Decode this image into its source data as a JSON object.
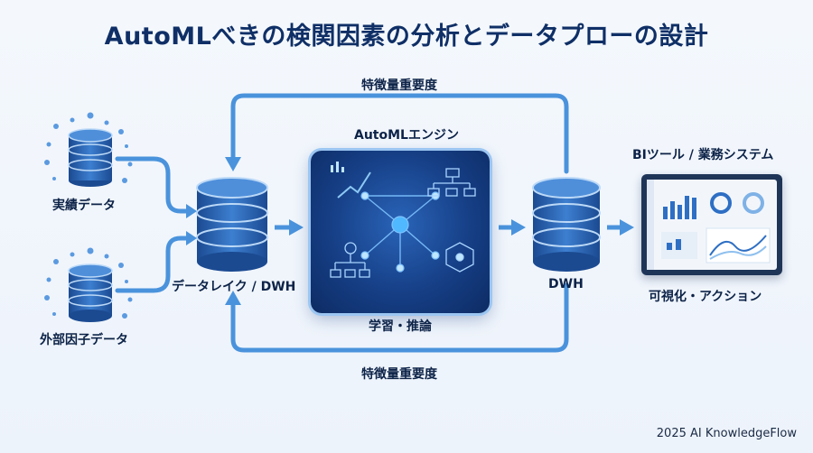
{
  "title": "AutoMLべきの検関因素の分析とデータプローの設計",
  "nodes": {
    "actual_data": "実績データ",
    "external_data": "外部因子データ",
    "data_lake": "データレイク / DWH",
    "engine_title": "AutoMLエンジン",
    "engine_caption": "学習・推論",
    "dwh": "DWH",
    "bi_title": "BIツール / 業務システム",
    "bi_caption": "可視化・アクション"
  },
  "feedback": {
    "top": "特徴量重要度",
    "bottom": "特徴量重要度"
  },
  "footer": "2025 AI KnowledgeFlow",
  "colors": {
    "title": "#0f2f66",
    "arrow": "#4a93dc",
    "db_dark": "#1b4a91",
    "db_light": "#3d7fd0",
    "engine": "#163f86"
  }
}
